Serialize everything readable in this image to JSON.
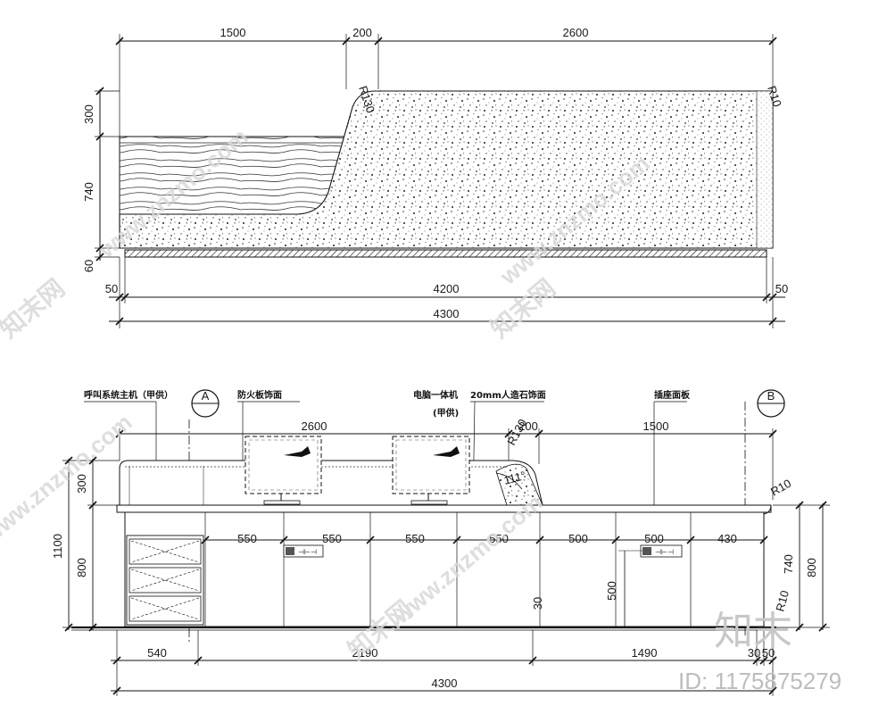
{
  "top_view": {
    "dims_top": [
      "1500",
      "200",
      "2600"
    ],
    "dims_left": [
      "300",
      "740",
      "60"
    ],
    "dims_bottom": [
      "50",
      "4200",
      "50"
    ],
    "total": "4300",
    "radius_left": "R130",
    "radius_right": "R10"
  },
  "front_view": {
    "labels": {
      "host": "呼叫系统主机（甲供）",
      "fireboard": "防火板饰面",
      "computer": "电脑一体机",
      "computer_note": "(甲供)",
      "stone": "20mm人造石饰面",
      "socket": "插座面板"
    },
    "markers": [
      "A",
      "B"
    ],
    "dims_top": [
      "2600",
      "200",
      "1500"
    ],
    "radius_top": "R130",
    "radius_right_top": "R10",
    "radius_right_bottom": "R10",
    "angle": "111°",
    "dims_left": [
      "300",
      "1100",
      "800"
    ],
    "dims_right": [
      "740",
      "800"
    ],
    "spacing": [
      "550",
      "550",
      "550",
      "550",
      "500",
      "500",
      "430"
    ],
    "height_500": "500",
    "panel_30": "30",
    "dims_bottom": [
      "540",
      "2190",
      "1490",
      "30",
      "50"
    ],
    "total": "4300"
  },
  "watermark": {
    "site": "www.znzmo.com",
    "brand": "知末网",
    "logo": "知末",
    "id": "ID: 1175875279"
  }
}
